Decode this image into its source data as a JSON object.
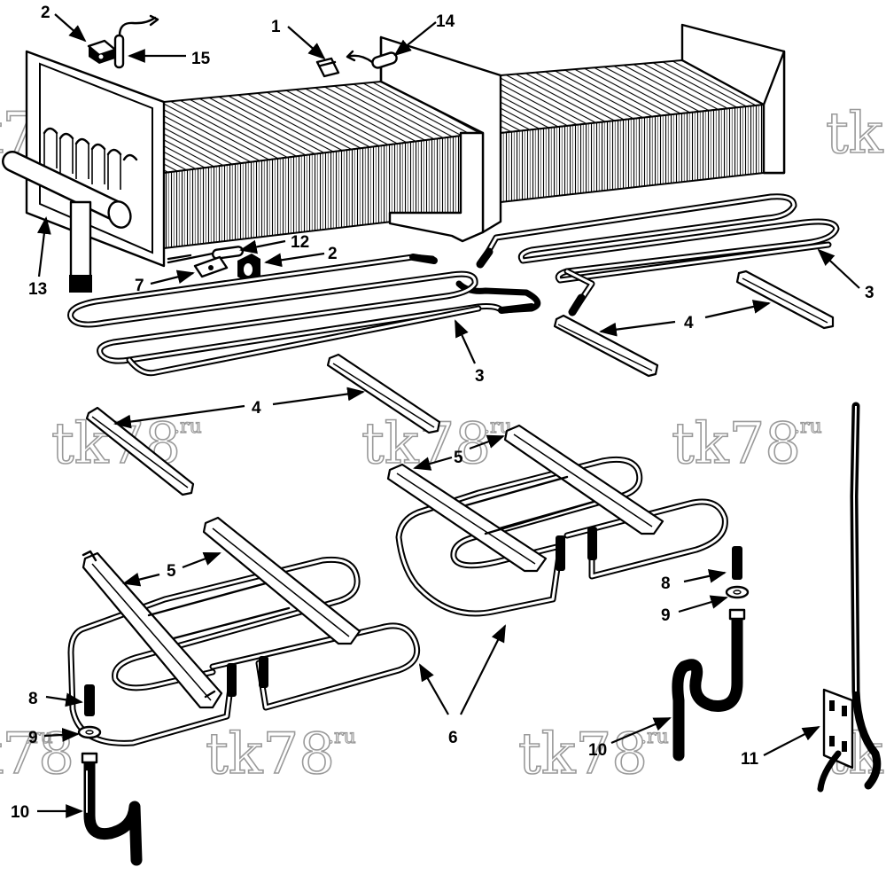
{
  "watermark": {
    "text": "tk78",
    "suffix": ".ru"
  },
  "callouts": [
    {
      "id": "c1",
      "label": "1"
    },
    {
      "id": "c2a",
      "label": "2"
    },
    {
      "id": "c2b",
      "label": "2"
    },
    {
      "id": "c3a",
      "label": "3"
    },
    {
      "id": "c3b",
      "label": "3"
    },
    {
      "id": "c4a",
      "label": "4"
    },
    {
      "id": "c4b",
      "label": "4"
    },
    {
      "id": "c5a",
      "label": "5"
    },
    {
      "id": "c5b",
      "label": "5"
    },
    {
      "id": "c6",
      "label": "6"
    },
    {
      "id": "c7",
      "label": "7"
    },
    {
      "id": "c8a",
      "label": "8"
    },
    {
      "id": "c8b",
      "label": "8"
    },
    {
      "id": "c9a",
      "label": "9"
    },
    {
      "id": "c9b",
      "label": "9"
    },
    {
      "id": "c10a",
      "label": "10"
    },
    {
      "id": "c10b",
      "label": "10"
    },
    {
      "id": "c11",
      "label": "11"
    },
    {
      "id": "c12",
      "label": "12"
    },
    {
      "id": "c13",
      "label": "13"
    },
    {
      "id": "c14",
      "label": "14"
    },
    {
      "id": "c15",
      "label": "15"
    }
  ]
}
